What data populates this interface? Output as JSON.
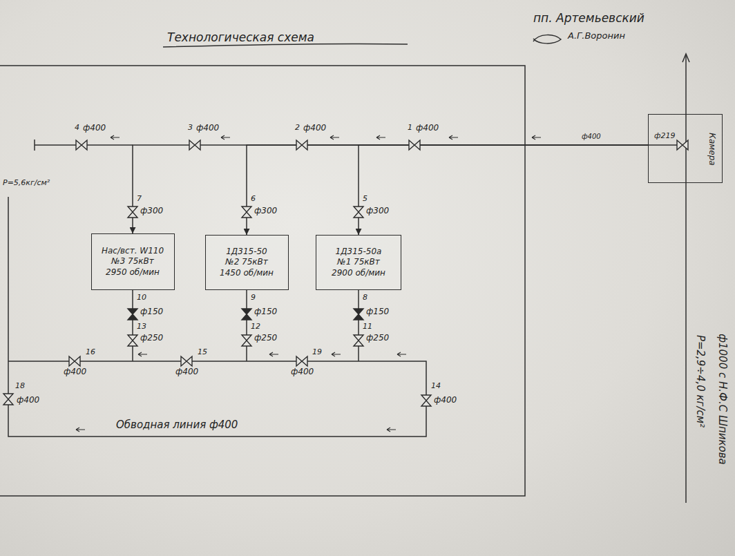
{
  "diagram": {
    "title": "Технологическая схема",
    "nodes": [
      {
        "text": [
          "ф219",
          "Камера"
        ]
      },
      {
        "text": [
          "Нас/вст. W110",
          "№3 75кВт",
          "2950 об/мин"
        ]
      },
      {
        "text": [
          "1Д315-50",
          "№2 75кВт",
          "1450 об/мин"
        ]
      },
      {
        "text": [
          "1Д315-50а",
          "№1 75кВт",
          "2900 об/мин"
        ]
      }
    ],
    "edges": [
      {
        "from": 0,
        "to": 3,
        "arrow": "to"
      },
      {
        "from": 0,
        "to": 2,
        "arrow": "to"
      },
      {
        "from": 0,
        "to": 1,
        "arrow": "to"
      }
    ],
    "labels": [
      "пп. Артемьевский",
      "А.Г.Воронин",
      "4",
      "ф400",
      "3",
      "ф400",
      "2",
      "ф400",
      "1",
      "ф400",
      "ф400",
      "7",
      "ф300",
      "6",
      "ф300",
      "5",
      "ф300",
      "10",
      "ф150",
      "13",
      "ф250",
      "9",
      "ф150",
      "12",
      "ф250",
      "8",
      "ф150",
      "11",
      "ф250",
      "16",
      "ф400",
      "15",
      "ф400",
      "19",
      "ф400",
      "18",
      "ф400",
      "14",
      "ф400",
      "Обводная линия ф400",
      "Р=5,6кг/см²",
      "ф1000 с Н.Ф.С Шпикова",
      "Р=2,9÷4,0 кг/см²"
    ]
  }
}
